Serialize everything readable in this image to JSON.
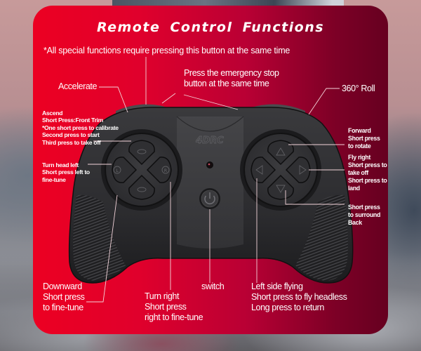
{
  "page": {
    "title": "Remote Control Functions",
    "note": "*All special functions require pressing this button at the same time",
    "colors": {
      "card_gradient_start": "#ec0022",
      "card_gradient_end": "#660020",
      "text": "#ffffff",
      "controller_body": "#2e2e30"
    }
  },
  "controller": {
    "brand_logo": "4DRC",
    "power_icon": "power-icon"
  },
  "labels": {
    "accelerate": "Accelerate",
    "emergency_stop": [
      "Press the emergency stop",
      "button at the same time"
    ],
    "roll": "360°  Roll",
    "ascend": [
      "Ascend",
      "Short Press:Front Trim",
      "*One short press to calibrate",
      "Second press to start",
      "Third press to take off"
    ],
    "turn_head_left": [
      "Turn head left",
      "Short press left to",
      "fine-tune"
    ],
    "forward": [
      "Forward",
      "Short press",
      "to rotate"
    ],
    "fly_right": [
      "Fly right",
      "Short press to",
      "take off",
      "Short press to",
      "land"
    ],
    "surround": [
      "Short press",
      "to surround",
      "Back"
    ],
    "downward": [
      "Downward",
      "Short press",
      "to fine-tune"
    ],
    "turn_right": [
      "Turn right",
      "Short press",
      "right to fine-tune"
    ],
    "switch": "switch",
    "left_side": [
      "Left side flying",
      "Short press to fly headless",
      "Long press to return"
    ]
  }
}
